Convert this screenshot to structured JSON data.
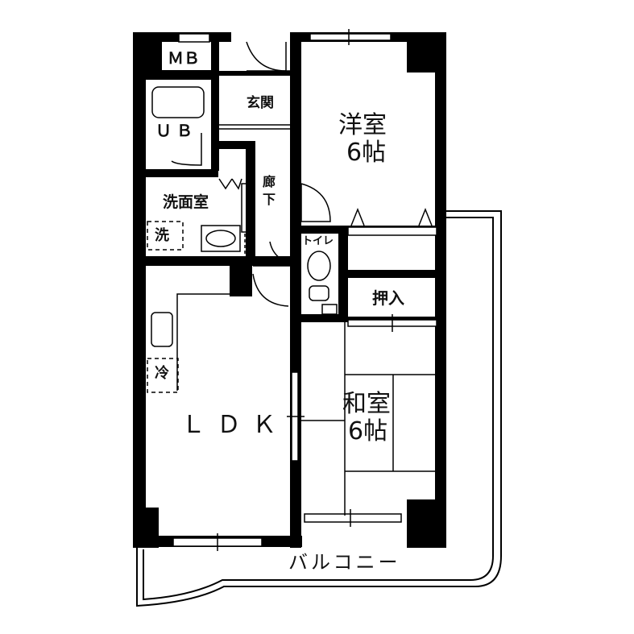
{
  "floor_plan": {
    "rooms": {
      "meter_box": "ＭＢ",
      "unit_bath": "ＵＢ",
      "entrance": "玄関",
      "hallway_1": "廊",
      "hallway_2": "下",
      "washroom": "洗面室",
      "washer": "洗",
      "toilet": "トイレ",
      "western_room": "洋室",
      "western_room_size": "6帖",
      "closet": "押入",
      "japanese_room": "和室",
      "japanese_room_size": "6帖",
      "fridge": "冷",
      "ldk": "ＬＤＫ",
      "balcony": "バルコニー"
    },
    "colors": {
      "wall": "#000000",
      "background": "#ffffff"
    }
  }
}
